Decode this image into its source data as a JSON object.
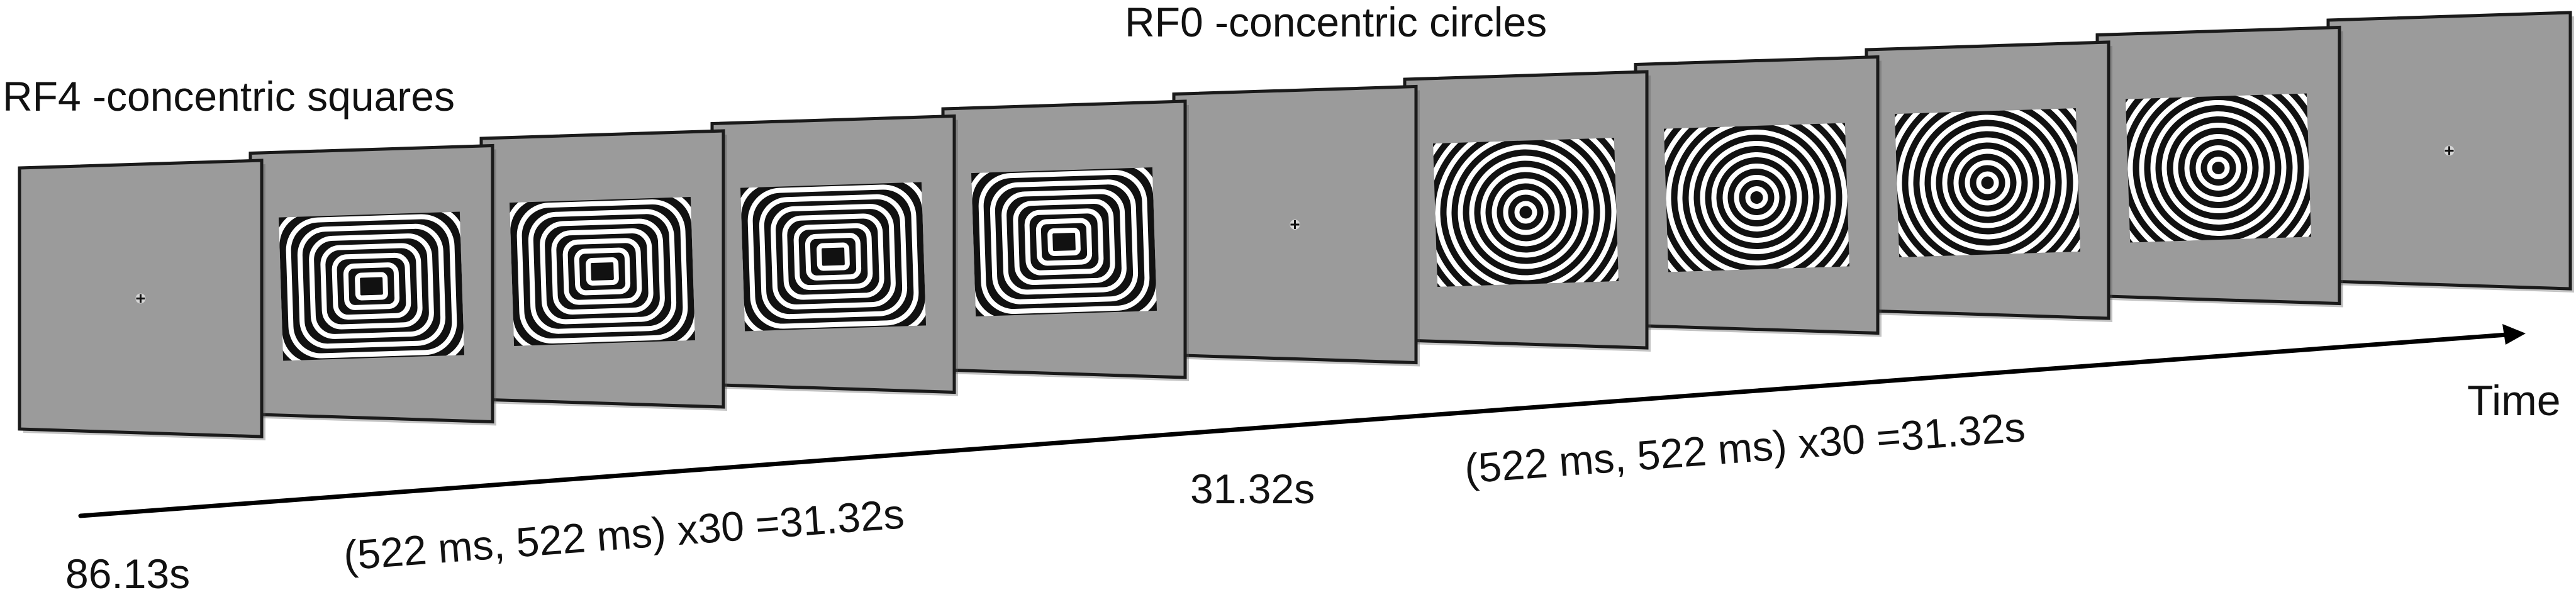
{
  "header_labels": {
    "squares_block": "RF4 -concentric squares",
    "circles_block": "RF0 -concentric circles"
  },
  "time_axis": {
    "label": "Time"
  },
  "durations": {
    "initial_blank": "86.13s",
    "squares_block": "(522 ms, 522 ms) x30 =31.32s",
    "middle_blank": "31.32s",
    "circles_block": "(522 ms, 522 ms) x30 =31.32s"
  },
  "frame_sequence": [
    "fixation",
    "squares",
    "squares",
    "squares",
    "squares",
    "fixation",
    "circles",
    "circles",
    "circles",
    "circles",
    "fixation"
  ],
  "colors": {
    "frame_gray": "#9b9b9b",
    "frame_border": "#1a1a1a",
    "pattern_dark": "#111111",
    "pattern_light": "#ffffff"
  }
}
